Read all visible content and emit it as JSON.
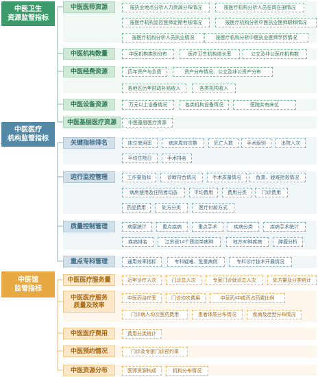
{
  "groups": [
    {
      "title": "中医卫生\n资源监管指标",
      "color": "green",
      "subs": [
        {
          "label": "中医医师资源",
          "items": [
            "按执业地点分析人力资源分布情况",
            "按医疗机构分析人员在岗在册情况",
            "按医疗机构监控医师定期考核情况",
            "按医疗机构分析中医执业医师职称情况",
            "按医疗机构分析人员执业情况",
            "按医疗机构分析中医执业医师学历情况"
          ]
        },
        {
          "label": "中医机构数量",
          "items": [
            "中医机构类别分布",
            "医疗卫生机构增长率",
            "公立及非公医疗机构数"
          ]
        },
        {
          "label": "中医经费资源",
          "items": [
            "历年资产与负债",
            "资产分布情况、公立及非公资产分布",
            "各地区历年财政补贴收入",
            "各类机构收入"
          ]
        },
        {
          "label": "中医设备资源",
          "items": [
            "万元以上设备情况",
            "各类机构设备情况",
            "医院实有床位"
          ]
        },
        {
          "label": "中医基层医疗资源",
          "items": [
            "中医基层医疗资源"
          ]
        }
      ]
    },
    {
      "title": "中医医疗\n机构监管指标",
      "color": "blue",
      "subs": [
        {
          "label": "关键指标排名",
          "items": [
            "床位使用率",
            "病床周转次数",
            "死亡人数",
            "手术级别",
            "出院人次",
            "平均住院日",
            "手术排名"
          ]
        },
        {
          "label": "运行监控管理",
          "items": [
            "工作量指标",
            "诊断符合情况",
            "手术质量情况",
            "危重、疑难抢救情况",
            "病房使用及住院者动态",
            "平均费用",
            "费用分类",
            "门诊费用",
            "药品费用",
            "处方分类",
            "医疗付款方式"
          ]
        },
        {
          "label": "质量控制管理",
          "items": [
            "病案统计",
            "重点疾病",
            "重点手术",
            "疾病分类",
            "疾病手术统计",
            "疾病排名",
            "江苏省14个质控单病种",
            "地方30种疾病",
            "肿瘤分析"
          ]
        },
        {
          "label": "重点专科管理",
          "items": [
            "通用效率指标",
            "专科疑难、危重病例",
            "专科诊疗技术开展情况"
          ]
        }
      ]
    },
    {
      "title": "中医馆\n监管指标",
      "color": "orange",
      "subs": [
        {
          "label": "中医医疗服务量",
          "items": [
            "近年诊疗人次",
            "门诊总人次",
            "专家门诊就诊总人次",
            "处方量及分类统计"
          ]
        },
        {
          "label": "中医医疗服务\n质量及效率",
          "items": [
            "中医药治疗率",
            "门诊均次费用",
            "中草药/中成药占药费比例",
            "门诊病人均次医药费用",
            "患者体质分布情况",
            "疾病及症型分布情况"
          ]
        },
        {
          "label": "中医医疗费用",
          "items": [
            "费用分类统计"
          ]
        },
        {
          "label": "中医预约情况",
          "items": [
            "门诊及专家门诊预约率"
          ]
        },
        {
          "label": "中医资源分布",
          "items": [
            "医师资源构成",
            "机构分布情况"
          ]
        }
      ]
    }
  ]
}
